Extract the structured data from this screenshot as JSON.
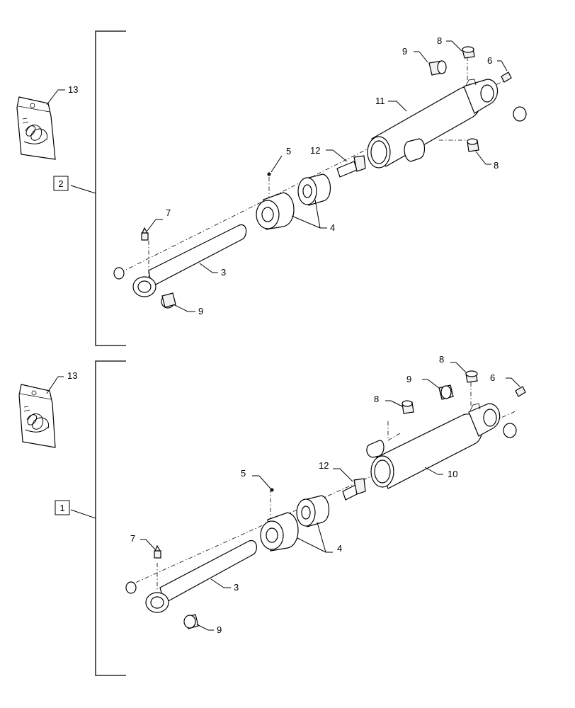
{
  "assemblies": [
    {
      "assembly_number": "2",
      "callouts": {
        "kit": "13",
        "cylinder_barrel": "11",
        "fitting": "12",
        "pin_top": "5",
        "seal_kit": "4",
        "grease_zerk": "7",
        "rod": "3",
        "bushing_bottom": "9",
        "bushing_top": "9",
        "plug_top": "8",
        "plug_side": "8",
        "breather": "6"
      }
    },
    {
      "assembly_number": "1",
      "callouts": {
        "kit": "13",
        "cylinder_barrel": "10",
        "fitting": "12",
        "pin_top": "5",
        "seal_kit": "4",
        "grease_zerk": "7",
        "rod": "3",
        "bushing_bottom": "9",
        "bushing_top": "9",
        "plug_top": "8",
        "plug_side": "8",
        "breather": "6"
      }
    }
  ]
}
